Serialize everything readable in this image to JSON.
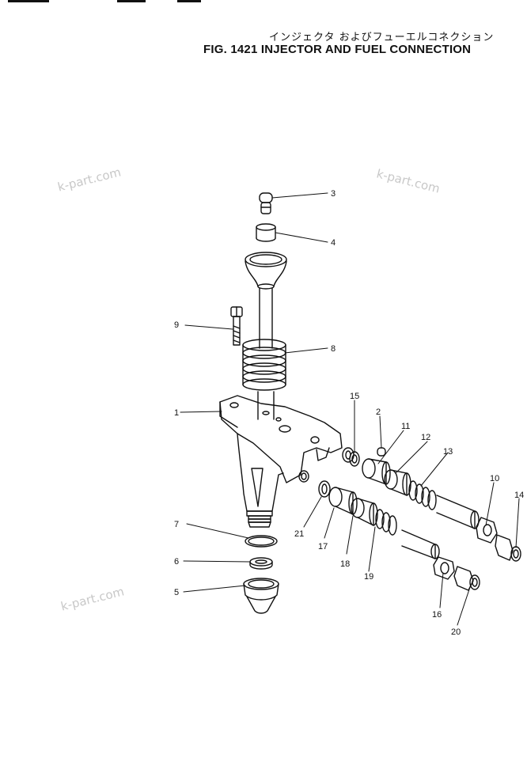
{
  "title_jp": "インジェクタ およびフューエルコネクション",
  "title_en": "FIG. 1421  INJECTOR AND FUEL CONNECTION",
  "watermarks": [
    "k-part.com",
    "k-part.com",
    "k-part.com"
  ],
  "callouts": {
    "c1": "1",
    "c2": "2",
    "c3": "3",
    "c4": "4",
    "c5": "5",
    "c6": "6",
    "c7": "7",
    "c8": "8",
    "c9": "9",
    "c10": "10",
    "c11": "11",
    "c12": "12",
    "c13": "13",
    "c14": "14",
    "c15": "15",
    "c16": "16",
    "c17": "17",
    "c18": "18",
    "c19": "19",
    "c20": "20",
    "c21": "21"
  },
  "colors": {
    "line": "#111111",
    "watermark": "#c8c8c8",
    "background": "#ffffff"
  }
}
